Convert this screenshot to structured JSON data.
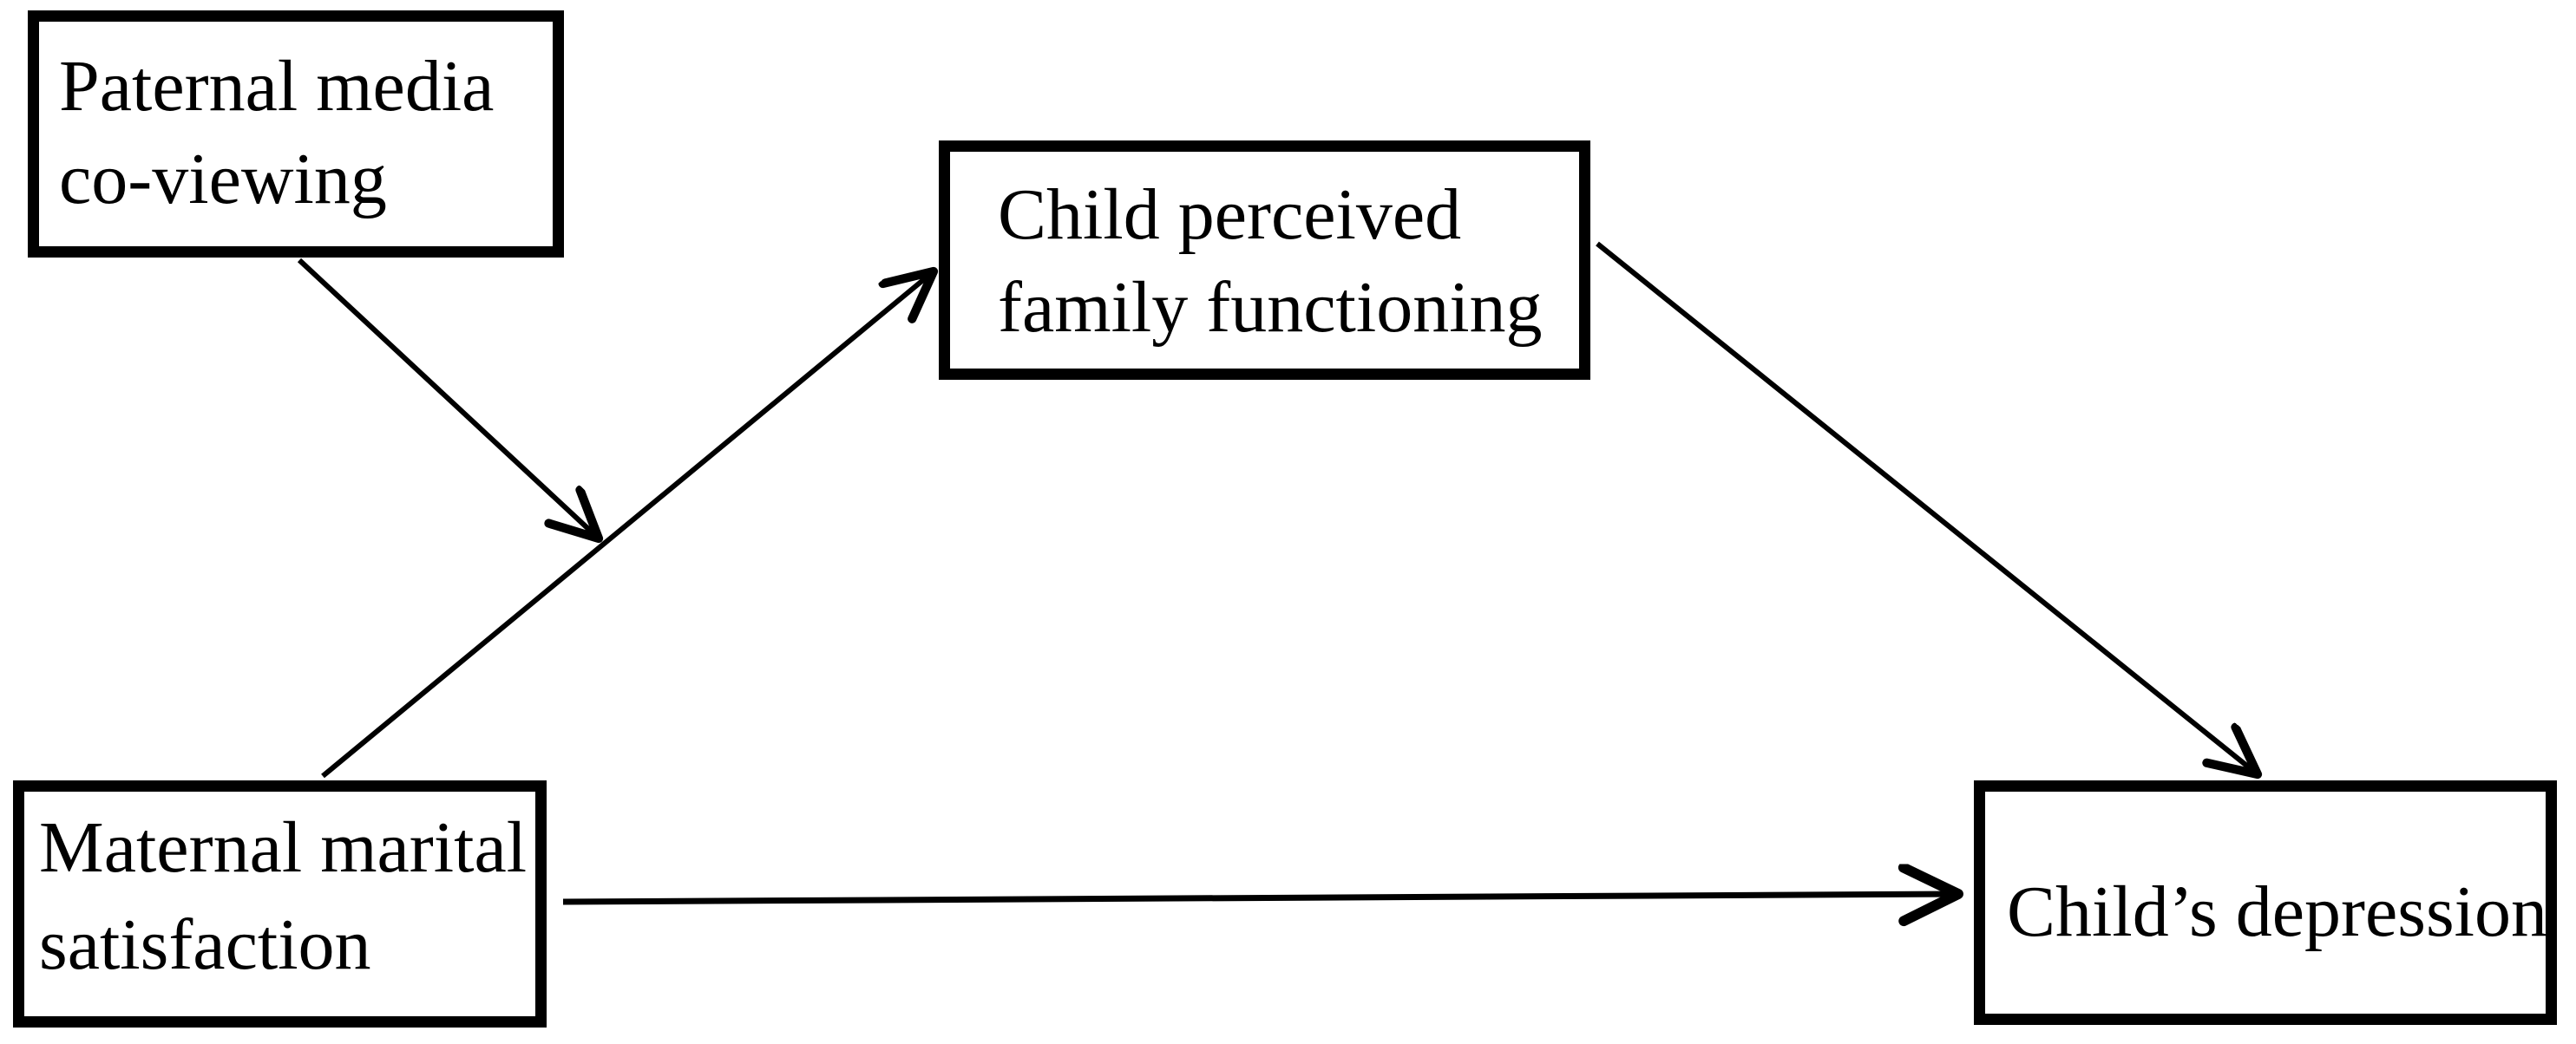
{
  "diagram": {
    "type": "path-model",
    "title": "Moderated mediation model of maternal marital satisfaction, child perceived family functioning and child depression",
    "nodes": {
      "paternal": {
        "line1": "Paternal media",
        "line2": "co-viewing",
        "role": "moderator"
      },
      "mediator": {
        "line1": "Child perceived",
        "line2": "family functioning",
        "role": "mediator"
      },
      "maternal": {
        "line1": "Maternal marital",
        "line2": "satisfaction",
        "role": "predictor"
      },
      "outcome": {
        "line1": "Child’s depression",
        "role": "outcome"
      }
    },
    "edges": [
      {
        "from": "maternal",
        "to": "mediator",
        "type": "direct-arrow"
      },
      {
        "from": "mediator",
        "to": "outcome",
        "type": "direct-arrow"
      },
      {
        "from": "maternal",
        "to": "outcome",
        "type": "direct-arrow"
      },
      {
        "from": "paternal",
        "to": "maternal-mediator-path",
        "type": "moderation-arrow"
      }
    ],
    "colors": {
      "background": "#ffffff",
      "box_fill": "#ffffff",
      "box_border": "#000000",
      "line": "#000000",
      "text": "#000000"
    }
  }
}
